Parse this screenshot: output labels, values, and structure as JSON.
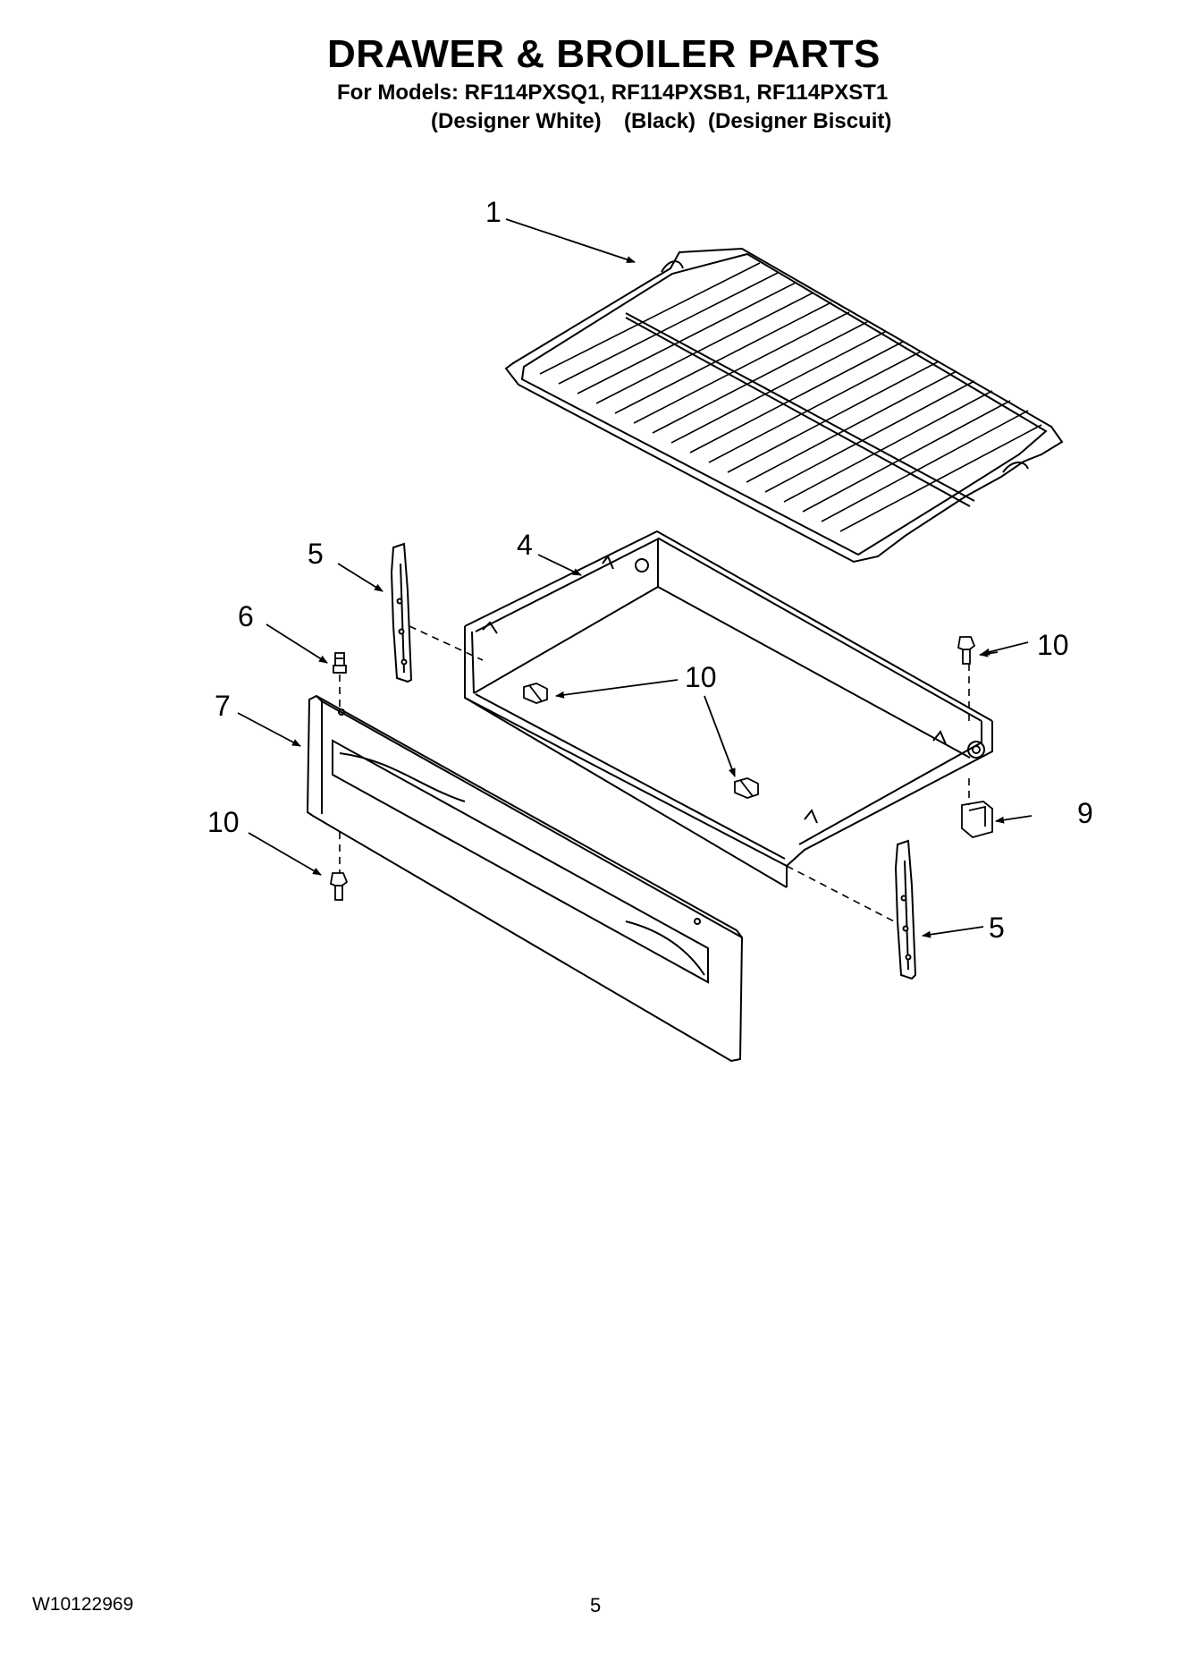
{
  "header": {
    "title": "DRAWER & BROILER PARTS",
    "models_label": "For Models: RF114PXSQ1, RF114PXSB1, RF114PXST1",
    "colors": [
      "(Designer White)",
      "(Black)",
      "(Designer Biscuit)"
    ]
  },
  "callouts": [
    {
      "id": "part-1",
      "label": "1"
    },
    {
      "id": "part-4",
      "label": "4"
    },
    {
      "id": "part-5-left",
      "label": "5"
    },
    {
      "id": "part-5-right",
      "label": "5"
    },
    {
      "id": "part-6",
      "label": "6"
    },
    {
      "id": "part-7",
      "label": "7"
    },
    {
      "id": "part-9",
      "label": "9"
    },
    {
      "id": "part-10-top-right",
      "label": "10"
    },
    {
      "id": "part-10-center",
      "label": "10"
    },
    {
      "id": "part-10-bottom-left",
      "label": "10"
    }
  ],
  "footer": {
    "doc_number": "W10122969",
    "page_number": "5"
  }
}
